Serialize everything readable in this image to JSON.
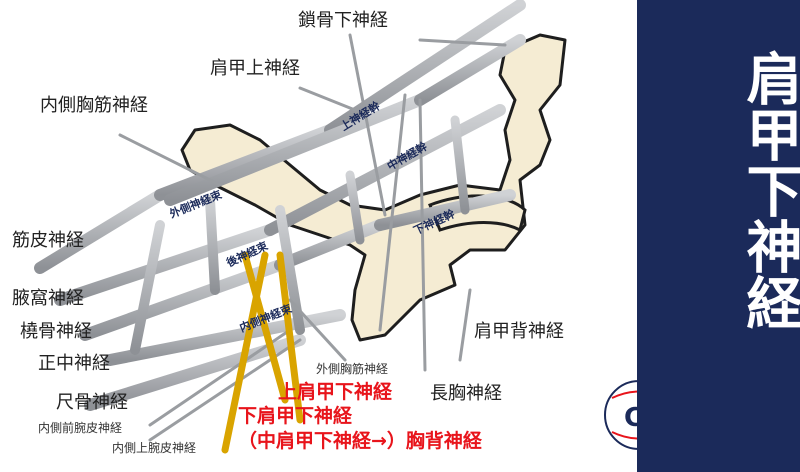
{
  "title": "肩甲下神経",
  "labels": {
    "subclavian": "鎖骨下神経",
    "suprascapular": "肩甲上神経",
    "medial_pectoral": "内側胸筋神経",
    "musculocutaneous": "筋皮神経",
    "axillary": "腋窩神経",
    "radial": "橈骨神経",
    "median": "正中神経",
    "ulnar": "尺骨神経",
    "medial_antebrachial": "内側前腕皮神経",
    "medial_brachial": "内側上腕皮神経",
    "lateral_pectoral": "外側胸筋神経",
    "dorsal_scapular": "肩甲背神経",
    "long_thoracic": "長胸神経"
  },
  "highlight": {
    "upper": "上肩甲下神経",
    "lower": "下肩甲下神経",
    "middle": "（中肩甲下神経→）胸背神経"
  },
  "trunks": {
    "upper": "上神経幹",
    "middle": "中神経幹",
    "lower": "下神経幹",
    "lateral_cord": "外側神経束",
    "posterior_cord": "後神経束",
    "medial_cord": "内側神経束"
  },
  "colors": {
    "panel": "#1b2a5a",
    "nerve": "#a9acb0",
    "bone": "#f5ecd3",
    "highlight_nerve": "#d9a400",
    "red_text": "#e8141b"
  }
}
